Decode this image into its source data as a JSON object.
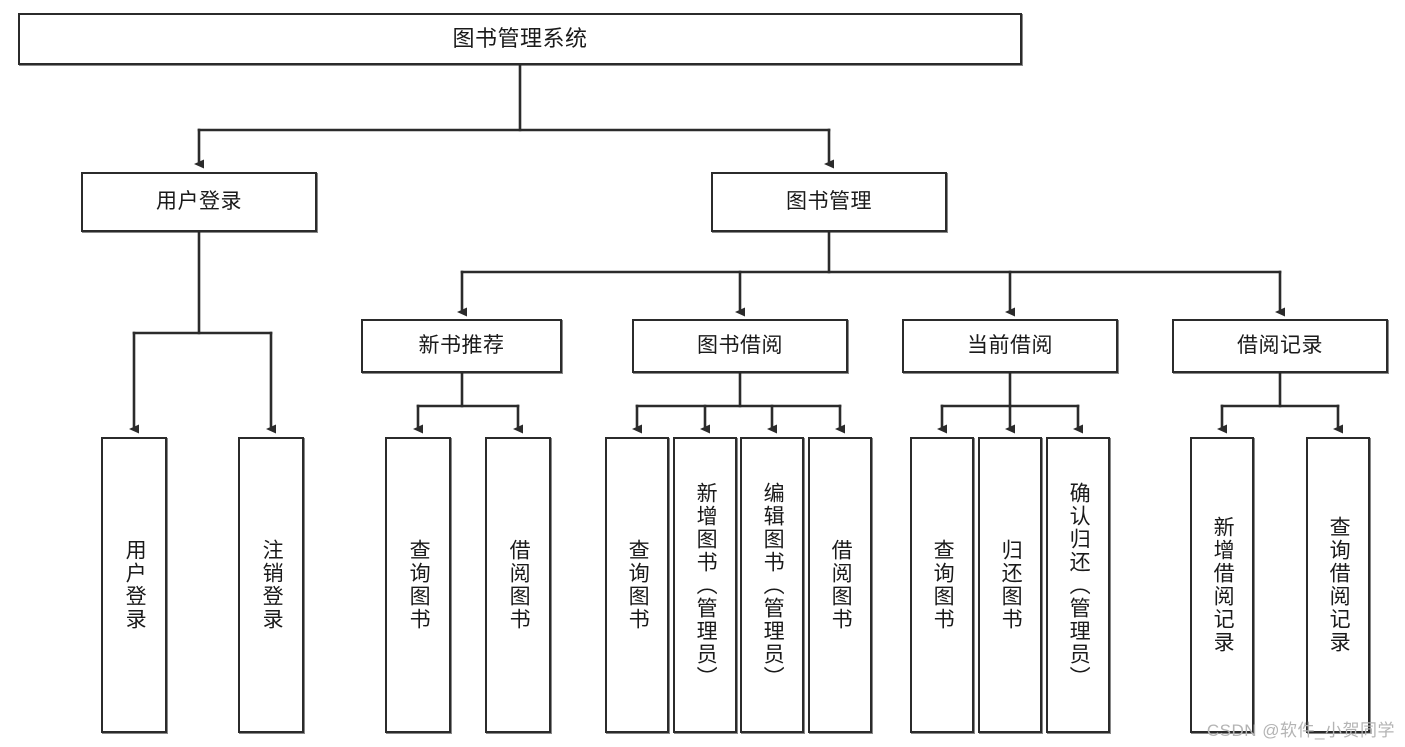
{
  "diagram": {
    "title": "图书管理系统",
    "type": "tree-hierarchy-chart",
    "background_color": "#ffffff",
    "line_color": "#2b2b2b",
    "text_color": "#1a1a1a",
    "nodes": {
      "root": {
        "label": "图书管理系统"
      },
      "level2": {
        "user_login": "用户登录",
        "book_manage": "图书管理"
      },
      "level3": {
        "new_book_rec": "新书推荐",
        "book_borrow": "图书借阅",
        "current_borrow": "当前借阅",
        "borrow_record": "借阅记录"
      },
      "leaves": {
        "user_login_1": "用户登录",
        "user_login_2": "注销登录",
        "new_book_rec_1": "查询图书",
        "new_book_rec_2": "借阅图书",
        "book_borrow_1": "查询图书",
        "book_borrow_2": "新增图书（管理员）",
        "book_borrow_3": "编辑图书（管理员）",
        "book_borrow_4": "借阅图书",
        "current_borrow_1": "查询图书",
        "current_borrow_2": "归还图书",
        "current_borrow_3": "确认归还（管理员）",
        "borrow_record_1": "新增借阅记录",
        "borrow_record_2": "查询借阅记录"
      }
    }
  },
  "watermark": {
    "text": "CSDN @软件_小贺同学"
  }
}
